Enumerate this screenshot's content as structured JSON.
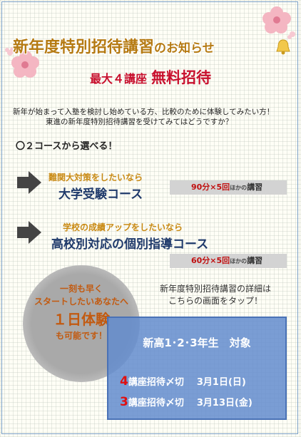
{
  "header": {
    "title_main": "新年度特別招待講習",
    "title_suffix": "のお知らせ",
    "subtitle_prefix": "最大４講座",
    "subtitle_main": "無料招待"
  },
  "intro": {
    "line1": "新年が始まって入塾を検討し始めている方、比較のために体験してみたい方！",
    "line2": "東進の新年度特別招待講習を受けてみてはどうですか？"
  },
  "courses_heading": "〇２コースから選べる！",
  "courses": [
    {
      "lead": "難関大対策をしたいなら",
      "name": "大学受験コース",
      "note_value": "90分×5回",
      "note_small": "ほかの",
      "note_suffix": "講習"
    },
    {
      "lead": "学校の成績アップをしたいなら",
      "name": "高校別対応の個別指導コース",
      "note_value": "60分×5回",
      "note_small": "ほかの",
      "note_suffix": "講習"
    }
  ],
  "promo": {
    "line1": "一刻も早く",
    "line2": "スタートしたいあなたへ",
    "highlight": "１日体験",
    "line3": "も可能です！"
  },
  "tap_note": {
    "line1": "新年度特別招待講習の詳細は",
    "line2": "こちらの画面をタップ！"
  },
  "target": {
    "title": "新高1･2･3年生　対象",
    "deadlines": [
      {
        "count": "4",
        "label": "講座招待〆切",
        "date": "3月1日(日)"
      },
      {
        "count": "3",
        "label": "講座招待〆切",
        "date": "3月13日(金)"
      }
    ]
  },
  "colors": {
    "title": "#b57a12",
    "accent_red": "#c8102e",
    "course_name": "#1f3a6b",
    "promo_orange": "#c25a10",
    "target_blue": "#638cce"
  },
  "icons": [
    "cherry-blossom-icon",
    "bell-icon",
    "arrow-right-icon"
  ]
}
